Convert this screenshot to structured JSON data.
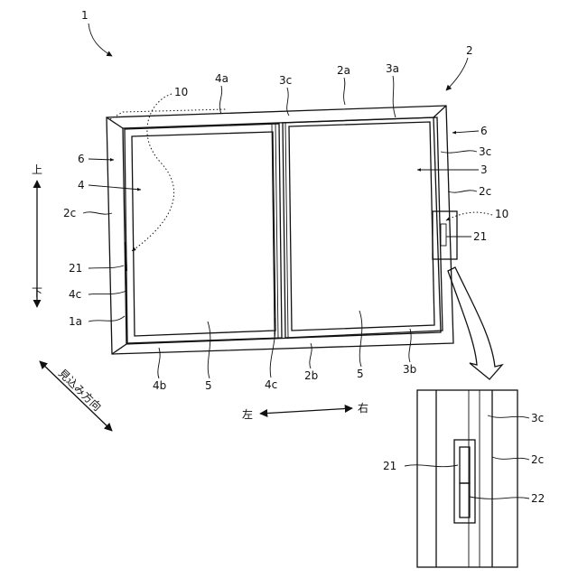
{
  "labels": {
    "window_unit": "1",
    "frame": "2",
    "frame_top": "2a",
    "frame_bottom": "2b",
    "frame_jamb_left": "2c",
    "frame_jamb_right": "2c",
    "right_sash": "3",
    "right_sash_top": "3a",
    "right_sash_bottom": "3b",
    "right_sash_stile_top": "3c",
    "right_sash_stile_right": "3c",
    "left_sash": "4",
    "left_sash_top": "4a",
    "left_sash_bottom": "4b",
    "left_sash_stile_left": "4c",
    "left_sash_stile_meeting": "4c",
    "glass_left": "5",
    "glass_right": "5",
    "seal_left": "6",
    "seal_right": "6",
    "lock_dotted": "10",
    "lock_right": "10",
    "handle_left": "21",
    "handle_right": "21",
    "frame_edge": "1a",
    "detail_stile": "3c",
    "detail_jamb": "2c",
    "detail_handle": "21",
    "detail_lever": "22"
  },
  "directions": {
    "up": "上",
    "down": "下",
    "left": "左",
    "right": "右",
    "depth": "見込み方向"
  }
}
